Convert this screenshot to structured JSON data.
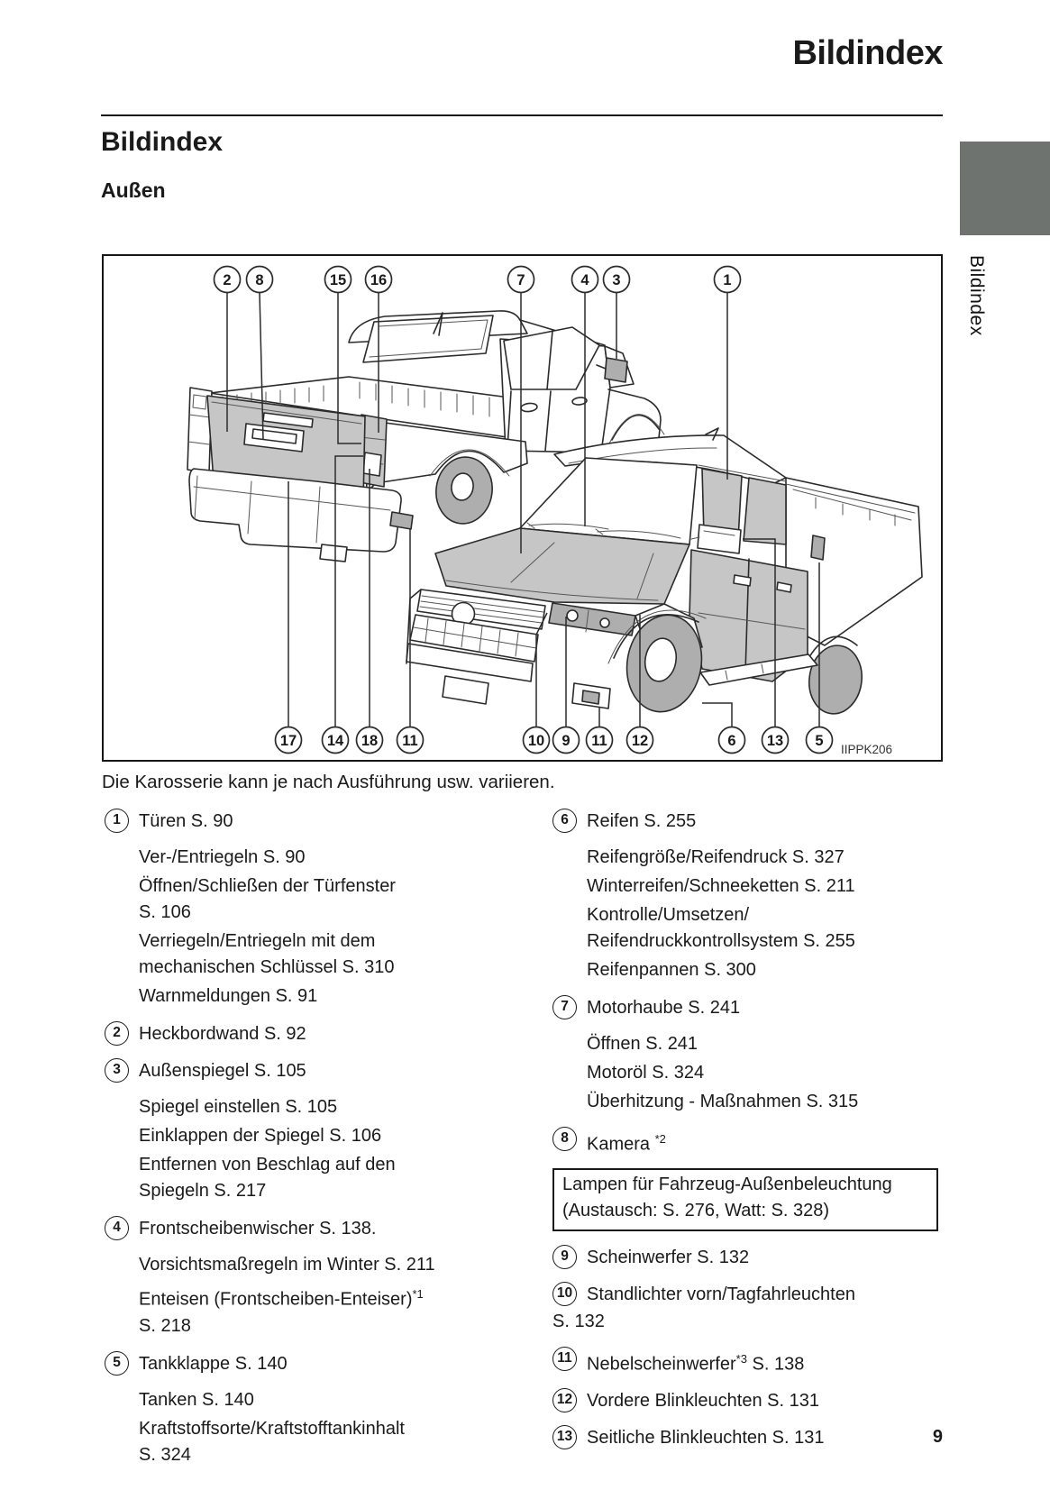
{
  "page": {
    "header_title": "Bildindex",
    "section_title": "Bildindex",
    "subsection_title": "Außen",
    "side_tab_label": "Bildindex",
    "page_number": "9"
  },
  "colors": {
    "tab_gray": "#6e7370",
    "panel_gray": "#c6c6c6",
    "wheel_gray": "#aeaeae"
  },
  "figure": {
    "image_code": "IIPPK206",
    "caption": "Die Karosserie kann je nach Ausführung usw. variieren.",
    "top_callouts": [
      "2",
      "8",
      "15",
      "16",
      "7",
      "4",
      "3",
      "1"
    ],
    "bottom_callouts": [
      "17",
      "14",
      "18",
      "11",
      "10",
      "9",
      "11",
      "12",
      "6",
      "13",
      "5"
    ]
  },
  "left_items": [
    {
      "num": "1",
      "title": "Türen S. 90",
      "subs": [
        "Ver-/Entriegeln S. 90",
        "Öffnen/Schließen der Türfenster\nS. 106",
        "Verriegeln/Entriegeln mit dem\nmechanischen Schlüssel S. 310",
        "Warnmeldungen S. 91"
      ]
    },
    {
      "num": "2",
      "title": "Heckbordwand S. 92",
      "subs": []
    },
    {
      "num": "3",
      "title": "Außenspiegel S. 105",
      "subs": [
        "Spiegel einstellen S. 105",
        "Einklappen der Spiegel S. 106",
        "Entfernen von Beschlag auf den\nSpiegeln S. 217"
      ]
    },
    {
      "num": "4",
      "title": "Frontscheibenwischer S. 138.",
      "subs": [
        "Vorsichtsmaßregeln im Winter S. 211"
      ],
      "sub_special": {
        "pre": "Enteisen (Frontscheiben-Enteiser)",
        "sup": "*1",
        "line2": "S. 218"
      }
    },
    {
      "num": "5",
      "title": "Tankklappe S. 140",
      "subs": [
        "Tanken S. 140",
        "Kraftstoffsorte/Kraftstofftankinhalt\nS. 324"
      ]
    }
  ],
  "right_items": [
    {
      "num": "6",
      "title": "Reifen S. 255",
      "subs": [
        "Reifengröße/Reifendruck S. 327",
        "Winterreifen/Schneeketten S. 211",
        "Kontrolle/Umsetzen/\nReifendruckkontrollsystem S. 255",
        "Reifenpannen S. 300"
      ]
    },
    {
      "num": "7",
      "title": "Motorhaube S. 241",
      "subs": [
        "Öffnen S. 241",
        "Motoröl S. 324",
        "Überhitzung - Maßnahmen S. 315"
      ]
    },
    {
      "num": "8",
      "title": "Kamera",
      "sup": "*2"
    },
    {
      "num": "9",
      "title": "Scheinwerfer S. 132"
    },
    {
      "num": "10",
      "title": "Standlichter vorn/Tagfahrleuchten",
      "cont": "S. 132"
    },
    {
      "num": "11",
      "title": "Nebelscheinwerfer",
      "sup": "*3",
      "after": "S. 138"
    },
    {
      "num": "12",
      "title": "Vordere Blinkleuchten S. 131"
    },
    {
      "num": "13",
      "title": "Seitliche Blinkleuchten S. 131"
    }
  ],
  "lamp_box": {
    "line1": "Lampen für Fahrzeug-Außenbeleuchtung",
    "line2": "(Austausch: S. 276, Watt: S. 328)"
  }
}
